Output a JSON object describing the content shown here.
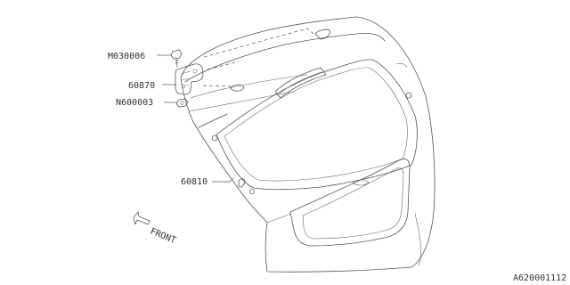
{
  "parts": [
    {
      "id": "bolt",
      "code": "M030006"
    },
    {
      "id": "hinge",
      "code": "60870"
    },
    {
      "id": "nut",
      "code": "N600003"
    },
    {
      "id": "back-door-panel",
      "code": "60810"
    }
  ],
  "direction_label": "FRONT",
  "diagram_code": "A620001112"
}
